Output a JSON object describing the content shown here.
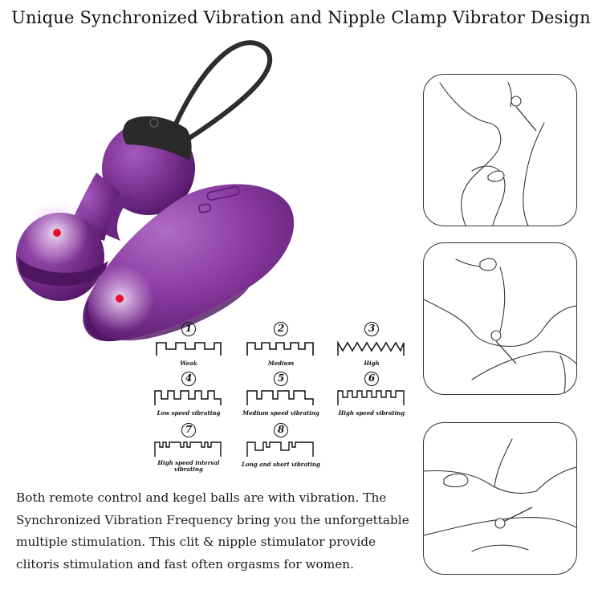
{
  "headline": "Unique Synchronized Vibration and Nipple Clamp Vibrator Design",
  "colors": {
    "product_purple": "#7a2f8f",
    "product_purple_light": "#a05ab6",
    "product_purple_dark": "#4e1560",
    "cap_black": "#2a2a2a",
    "vibration_dot": "#e8112d"
  },
  "modes": [
    {
      "number": "1",
      "label": "Weak"
    },
    {
      "number": "2",
      "label": "Medium"
    },
    {
      "number": "3",
      "label": "High"
    },
    {
      "number": "4",
      "label": "Low speed vibrating"
    },
    {
      "number": "5",
      "label": "Medium speed vibrating"
    },
    {
      "number": "6",
      "label": "High speed vibrating"
    },
    {
      "number": "7",
      "label": "High speed interval vibrating"
    },
    {
      "number": "8",
      "label": "Long and short vibrating"
    }
  ],
  "usage_panels": [
    {
      "icon": "usage-illustration-icon"
    },
    {
      "icon": "usage-illustration-icon"
    },
    {
      "icon": "usage-illustration-icon"
    }
  ],
  "description": "Both remote control and kegel balls are with vibration. The Synchronized Vibration Frequency bring you the unforgettable multiple stimulation. This clit & nipple stimulator provide clitoris stimulation and fast often orgasms for women."
}
